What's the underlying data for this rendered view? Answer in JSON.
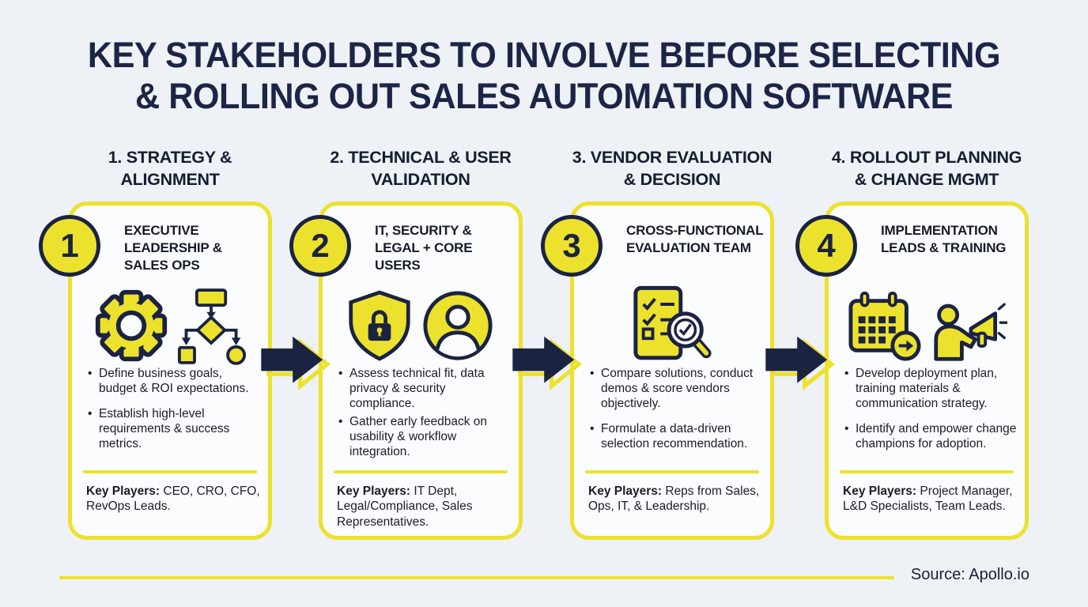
{
  "title": {
    "line1": "KEY STAKEHOLDERS TO INVOLVE BEFORE SELECTING",
    "line2": "& ROLLING OUT SALES AUTOMATION SOFTWARE"
  },
  "source": "Source: Apollo.io",
  "colors": {
    "yellow": "#ECE22E",
    "navy": "#1B2342",
    "background": "#EEF1F5",
    "card_background": "#FBFCFD",
    "text": "#1A1D24"
  },
  "columns": [
    {
      "step_lines": [
        "1. STRATEGY &",
        "ALIGNMENT"
      ],
      "number": "1",
      "title_lines": [
        "EXECUTIVE",
        "LEADERSHIP &",
        "SALES OPS"
      ],
      "icons": [
        "gear-icon",
        "flowchart-icon"
      ],
      "bullets": [
        "Define business goals, budget & ROI expectations.",
        "Establish high-level requirements & success metrics."
      ],
      "key_players_label": "Key Players:",
      "key_players_text": " CEO, CRO, CFO, RevOps Leads."
    },
    {
      "step_lines": [
        "2. TECHNICAL & USER",
        "VALIDATION"
      ],
      "number": "2",
      "title_lines": [
        "IT, SECURITY &",
        "LEGAL + CORE USERS"
      ],
      "icons": [
        "shield-lock-icon",
        "user-icon"
      ],
      "bullets": [
        "Assess technical fit, data privacy & security compliance.",
        "Gather early feedback on usability & workflow integration."
      ],
      "key_players_label": "Key Players:",
      "key_players_text": " IT Dept, Legal/Compliance, Sales Representatives."
    },
    {
      "step_lines": [
        "3. VENDOR EVALUATION",
        "& DECISION"
      ],
      "number": "3",
      "title_lines": [
        "CROSS-FUNCTIONAL",
        "EVALUATION TEAM"
      ],
      "icons": [
        "checklist-magnifier-icon"
      ],
      "bullets": [
        "Compare solutions, conduct demos & score vendors objectively.",
        "Formulate a data-driven selection recommendation."
      ],
      "key_players_label": "Key Players:",
      "key_players_text": " Reps from Sales, Ops, IT, & Leadership."
    },
    {
      "step_lines": [
        "4. ROLLOUT PLANNING",
        "& CHANGE MGMT"
      ],
      "number": "4",
      "title_lines": [
        "IMPLEMENTATION",
        "LEADS & TRAINING"
      ],
      "icons": [
        "calendar-arrow-icon",
        "megaphone-person-icon"
      ],
      "bullets": [
        "Develop deployment plan, training materials & communication strategy.",
        "Identify and empower change champions for adoption."
      ],
      "key_players_label": "Key Players:",
      "key_players_text": " Project Manager, L&D Specialists, Team Leads."
    }
  ]
}
